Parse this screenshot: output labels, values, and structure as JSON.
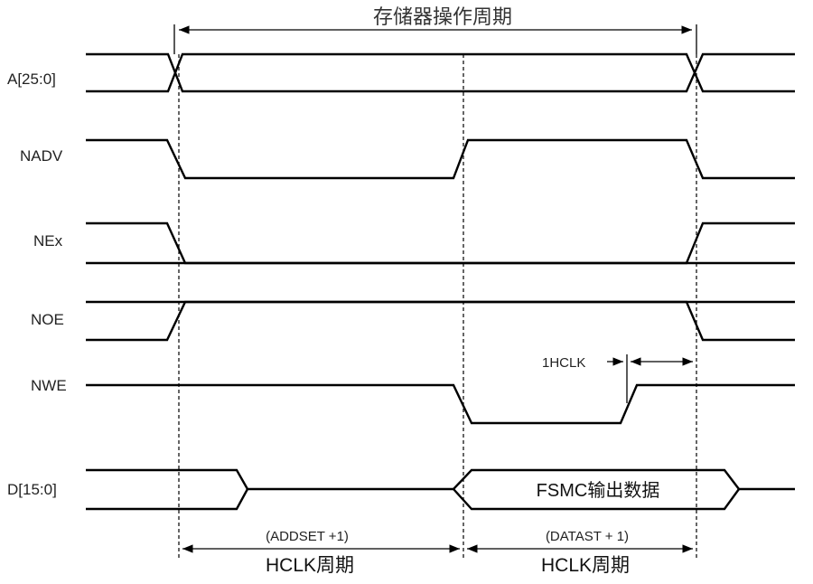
{
  "title": "存储器操作周期",
  "signals": {
    "addr": "A[25:0]",
    "nadv": "NADV",
    "nex": "NEx",
    "noe": "NOE",
    "nwe": "NWE",
    "data": "D[15:0]"
  },
  "annotations": {
    "one_hclk": "1HCLK",
    "data_out": "FSMC输出数据",
    "addset_formula": "(ADDSET +1)",
    "addset_unit": "HCLK周期",
    "datast_formula": "(DATAST + 1)",
    "datast_unit": "HCLK周期"
  }
}
